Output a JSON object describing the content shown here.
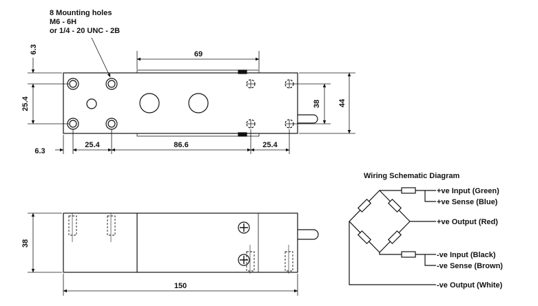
{
  "top_view": {
    "note_line1": "8 Mounting holes",
    "note_line2": "M6 - 6H",
    "note_line3": "or 1/4 - 20 UNC - 2B",
    "dim_6_3_top": "6.3",
    "dim_69": "69",
    "dim_25_4_vertical": "25.4",
    "dim_38": "38",
    "dim_44": "44",
    "dim_6_3_bottom": "6.3",
    "dim_25_4_left": "25.4",
    "dim_86_6": "86.6",
    "dim_25_4_right": "25.4"
  },
  "side_view": {
    "dim_38": "38",
    "dim_150": "150"
  },
  "wiring": {
    "title": "Wiring Schematic Diagram",
    "pos_input": "+ve Input (Green)",
    "pos_sense": "+ve Sense (Blue)",
    "pos_output": "+ve Output (Red)",
    "neg_input": "-ve Input (Black)",
    "neg_sense": "-ve Sense (Brown)",
    "neg_output": "-ve Output (White)"
  }
}
